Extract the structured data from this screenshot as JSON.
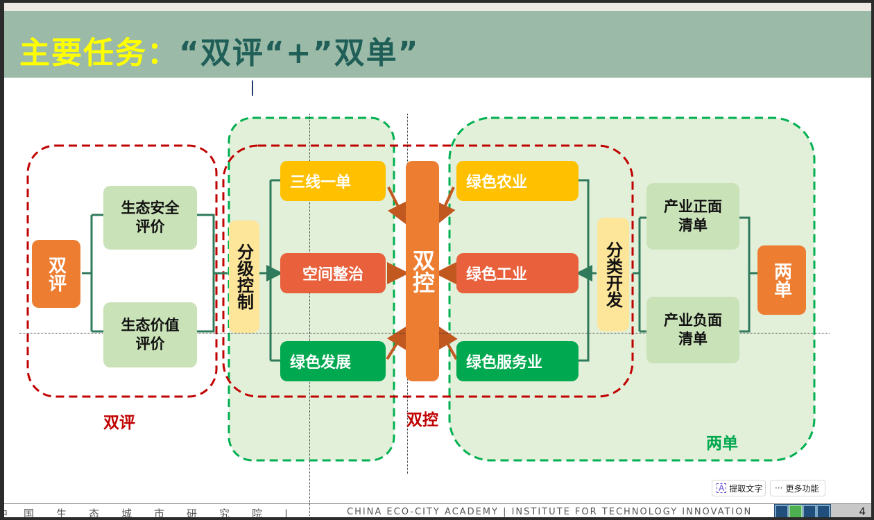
{
  "title": {
    "highlight": "主要任务：",
    "main": "“双评“+”双单”"
  },
  "left_group": {
    "center": "双评",
    "items": [
      {
        "line1": "生态安全",
        "line2": "评价"
      },
      {
        "line1": "生态价值",
        "line2": "评价"
      }
    ],
    "caption": "双评"
  },
  "control_group": {
    "connector": "分级控制",
    "items": [
      "三线一单",
      "空间整治",
      "绿色发展"
    ]
  },
  "center_bar": "双控",
  "center_caption": "双控",
  "dev_group": {
    "connector": "分类开发",
    "items": [
      "绿色农业",
      "绿色工业",
      "绿色服务业"
    ]
  },
  "right_group": {
    "items": [
      {
        "line1": "产业正面",
        "line2": "清单"
      },
      {
        "line1": "产业负面",
        "line2": "清单"
      }
    ],
    "center": "两单",
    "caption": "两单"
  },
  "toolbar": {
    "extract_text": "提取文字",
    "more_functions": "更多功能"
  },
  "footer": {
    "cn_chars": [
      "中",
      "国",
      "生",
      "态",
      "城",
      "市",
      "研",
      "究",
      "院",
      "|"
    ],
    "en": "CHINA ECO-CITY ACADEMY | INSTITUTE FOR TECHNOLOGY INNOVATION",
    "page_number": "4"
  },
  "colors": {
    "header_bg": "#9bbaa7",
    "title_highlight": "#ffff00",
    "title_main": "#1f5f57",
    "orange": "#ed7d31",
    "yellow": "#ffc000",
    "red_orange": "#e8603c",
    "green": "#00a94f",
    "light_green": "#c9e2b8",
    "pale_yellow": "#fde59a",
    "red_dash": "#c00000",
    "green_dash": "#00b050"
  }
}
